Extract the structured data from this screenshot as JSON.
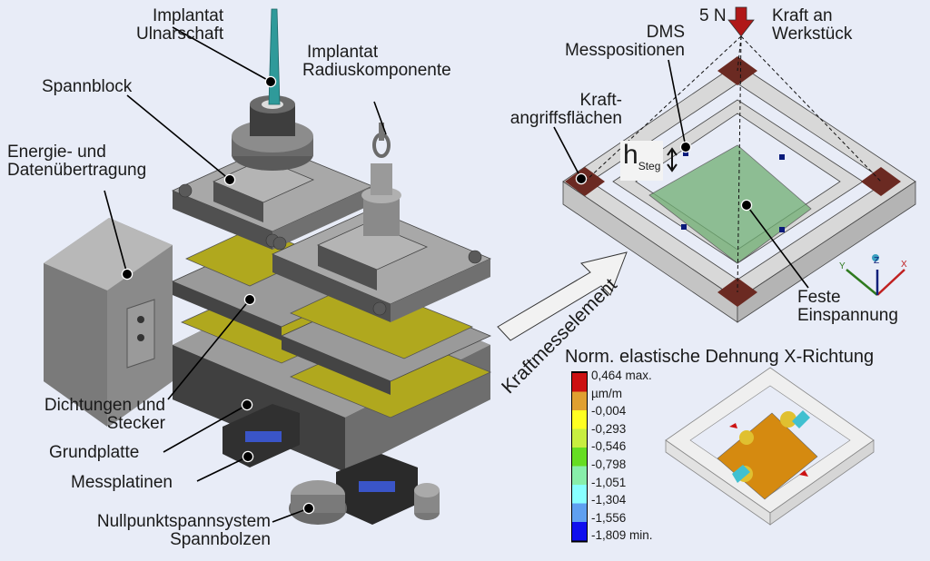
{
  "labels": {
    "implantat_ulnarschaft": [
      "Implantat",
      "Ulnarschaft"
    ],
    "implantat_radius": [
      "Implantat",
      "Radiuskomponente"
    ],
    "spannblock": "Spannblock",
    "energie": [
      "Energie- und",
      "Datenübertragung"
    ],
    "dichtungen": [
      "Dichtungen und",
      "Stecker"
    ],
    "grundplatte": "Grundplatte",
    "messplatinen": "Messplatinen",
    "nullpunkt": [
      "Nullpunktspannsystem",
      "Spannbolzen"
    ],
    "kraftmesselement": "Kraftmesselement",
    "force_value": "5 N",
    "kraft_an": [
      "Kraft an",
      "Werkstück"
    ],
    "dms": [
      "DMS",
      "Messpositionen"
    ],
    "kraftangriff": [
      "Kraft-",
      "angriffsflächen"
    ],
    "h_main": "h",
    "h_sub": "Steg",
    "feste": [
      "Feste",
      "Einspannung"
    ],
    "axes": {
      "x": "X",
      "y": "Y",
      "z": "Z"
    }
  },
  "legend": {
    "title": "Norm. elastische Dehnung X-Richtung",
    "entries": [
      "0,464 max.",
      "µm/m",
      "-0,004",
      "-0,293",
      "-0,546",
      "-0,798",
      "-1,051",
      "-1,304",
      "-1,556",
      "-1,809 min."
    ],
    "colors": [
      "#cc1111",
      "#e0a030",
      "#ffff22",
      "#c8ee40",
      "#66dd22",
      "#88eeaa",
      "#88ffff",
      "#5fa0f0",
      "#1010ee"
    ]
  },
  "colors": {
    "background": "#e8ecf7",
    "force_arrow": "#b01818",
    "force_surface": "#6b2a22",
    "fixed_support": "#6fae72",
    "dms_marker": "#0a1a7a",
    "gasket": "#b0a81e",
    "steel_light": "#a8a8a8",
    "steel_dark": "#4a4a4a",
    "implant": "#2f9a9a",
    "strain_plate": "#d58a10"
  }
}
